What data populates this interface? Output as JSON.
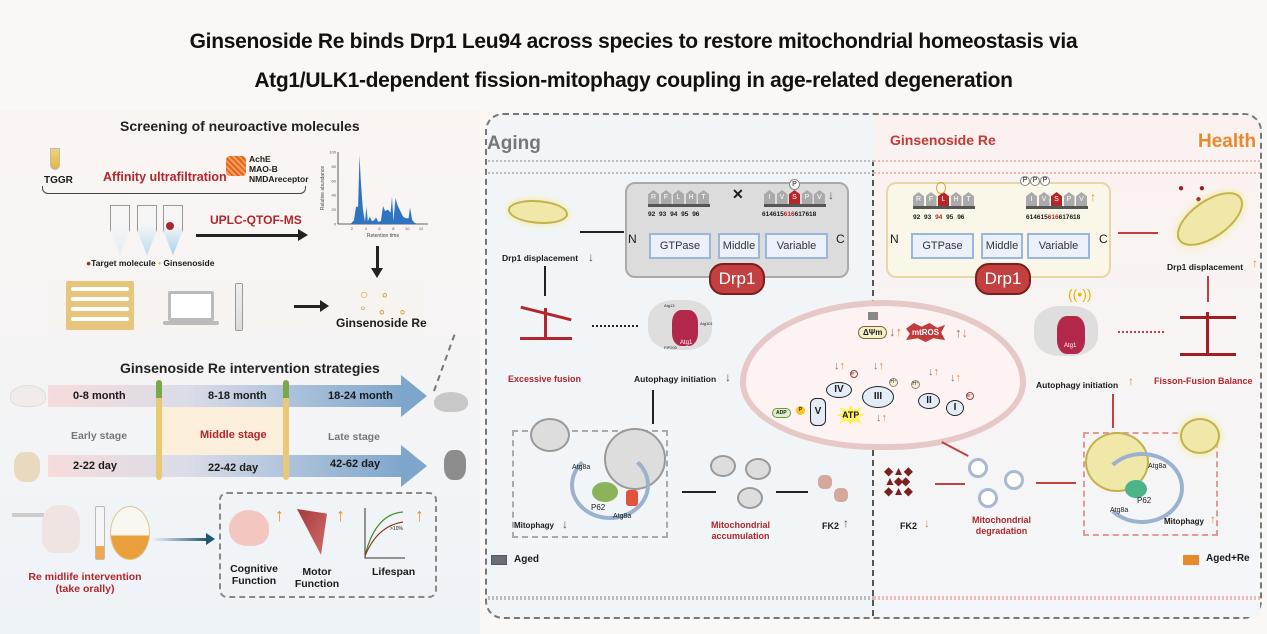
{
  "title": {
    "line1": "Ginsenoside Re binds Drp1 Leu94 across species to restore mitochondrial homeostasis via",
    "line2": "Atg1/ULK1-dependent fission-mitophagy coupling in age-related degeneration"
  },
  "screening": {
    "heading": "Screening of neuroactive molecules",
    "tggr": "TGGR",
    "method": "Affinity ultrafiltration",
    "targets": [
      "AchE",
      "MAO-B",
      "NMDAreceptor"
    ],
    "ms_label": "UPLC-QTOF-MS",
    "legend_target": "Target molecule",
    "legend_ginsenoside": "Ginsenoside",
    "result": "Ginsenoside Re",
    "chart": {
      "ylabel": "Relative abundance",
      "xlabel": "Retention time",
      "yticks": [
        "0",
        "20",
        "40",
        "60",
        "80",
        "100"
      ],
      "xticks": [
        "2",
        "4",
        "6",
        "8",
        "10",
        "12"
      ]
    }
  },
  "chart_data": {
    "type": "area",
    "title": "",
    "xlabel": "Retention time",
    "ylabel": "Relative abundance",
    "xlim": [
      0,
      13
    ],
    "ylim": [
      0,
      100
    ],
    "x": [
      1.8,
      2.3,
      2.6,
      2.9,
      3.1,
      3.3,
      3.6,
      3.9,
      4.1,
      4.3,
      4.6,
      4.9,
      5.2,
      5.5,
      5.8,
      6.2,
      6.5,
      6.8,
      7.2,
      7.6,
      7.8,
      8.0,
      8.3,
      8.6,
      9.0,
      9.4,
      9.8,
      10.2,
      10.4,
      10.7,
      11.0,
      11.5
    ],
    "y": [
      0,
      5,
      24,
      24,
      96,
      60,
      20,
      3,
      24,
      4,
      10,
      4,
      5,
      9,
      3,
      4,
      25,
      18,
      20,
      16,
      38,
      4,
      36,
      26,
      18,
      10,
      8,
      8,
      23,
      6,
      2,
      0
    ]
  },
  "intervention": {
    "heading": "Ginsenoside Re intervention strategies",
    "mouse_stages": [
      "0-8 month",
      "8-18 month",
      "18-24 month"
    ],
    "fly_stages": [
      "2-22 day",
      "22-42 day",
      "42-62 day"
    ],
    "stage_labels": [
      "Early stage",
      "Middle stage",
      "Late stage"
    ],
    "route": "Re midlife intervention",
    "route_sub": "(take orally)",
    "outcomes": [
      {
        "line1": "Cognitive",
        "line2": "Function"
      },
      {
        "line1": "Motor",
        "line2": "Function"
      },
      {
        "line1": "Lifespan",
        "line2": ""
      }
    ],
    "lifespan_gain": ">10%"
  },
  "mechanism": {
    "aging_label": "Aging",
    "re_label": "Ginsenoside Re",
    "health_label": "Health",
    "drp1": {
      "name": "Drp1",
      "n": "N",
      "c": "C",
      "domains": [
        "GTPase",
        "Middle",
        "Variable"
      ],
      "residues_left": [
        "R",
        "F",
        "L",
        "H",
        "T"
      ],
      "positions_left": [
        "92",
        "93",
        "94",
        "95",
        "96"
      ],
      "residues_right": [
        "I",
        "V",
        "S",
        "P",
        "V"
      ],
      "positions_right": [
        "614",
        "615",
        "616",
        "617",
        "618"
      ],
      "phospho": "P",
      "block": "✕"
    },
    "left": {
      "drp1_displacement": "Drp1 displacement",
      "excessive_fusion": "Excessive fusion",
      "autophagy_initiation": "Autophagy initiation",
      "mitophagy": "Mitophagy",
      "atg8a": "Atg8a",
      "p62": "P62",
      "mito_accumulation": [
        "Mitochondrial",
        "accumulation"
      ],
      "fk2": "FK2",
      "legend": "Aged"
    },
    "right": {
      "drp1_displacement": "Drp1 displacement",
      "balance": "Fisson-Fusion Balance",
      "autophagy_initiation": "Autophagy initiation",
      "mitophagy": "Mitophagy",
      "atg8a": "Atg8a",
      "p62": "P62",
      "mito_degradation": [
        "Mitochondrial",
        "degradation"
      ],
      "fk2": "FK2",
      "legend": "Aged+Re"
    },
    "atg_complex": {
      "atg1": "Atg1",
      "atg13": "Atg13",
      "atg101": "Atg101",
      "fip200": "FIP200"
    },
    "mitochondrion": {
      "dpsi": "ΔΨm",
      "mtros": "mtROS",
      "complexes": [
        "I",
        "II",
        "III",
        "IV",
        "V"
      ],
      "atp": "ATP",
      "adp": "ADP",
      "pi": "P",
      "h": "H⁺",
      "e": "e⁻"
    },
    "colors": {
      "aged": "#6d6d6d",
      "aged_re": "#e8892c",
      "accent_red": "#b3262b",
      "drp1_red": "#c44040"
    }
  }
}
